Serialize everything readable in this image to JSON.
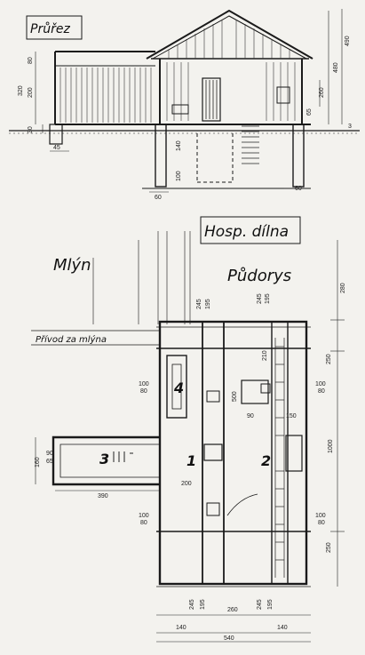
{
  "section": {
    "title": "Průřez",
    "dims": {
      "d80": "80",
      "d320": "320",
      "d200": "200",
      "d30": "30",
      "d45": "45",
      "d140": "140",
      "d100": "100",
      "d60a": "60",
      "d60b": "60",
      "d490": "490",
      "d480": "480",
      "d260": "260",
      "d65": "65",
      "d3": "3"
    }
  },
  "plan": {
    "workshop_title": "Hosp. dílna",
    "mill_title": "Mlýn",
    "plan_title": "Půdorys",
    "channel_label": "Přívod za mlýna",
    "rooms": {
      "r1": "1",
      "r2": "2",
      "r3": "3",
      "r4": "4"
    },
    "dims": {
      "top245a": "245",
      "top195a": "195",
      "top245b": "245",
      "top195b": "195",
      "right280": "280",
      "right250": "250",
      "right1000": "1000",
      "right250b": "250",
      "right100a": "100",
      "right80a": "80",
      "right100b": "100",
      "right80b": "80",
      "left100": "100",
      "left80": "80",
      "d500": "500",
      "d210": "210",
      "d90": "90",
      "d150": "150",
      "d160": "160",
      "d90b": "90",
      "d65": "65",
      "d390": "390",
      "d200": "200",
      "bl100": "100",
      "bl80": "80",
      "b245a": "245",
      "b195a": "195",
      "b260": "260",
      "b245b": "245",
      "b195b": "195",
      "b140a": "140",
      "b140b": "140",
      "b540": "540"
    }
  }
}
